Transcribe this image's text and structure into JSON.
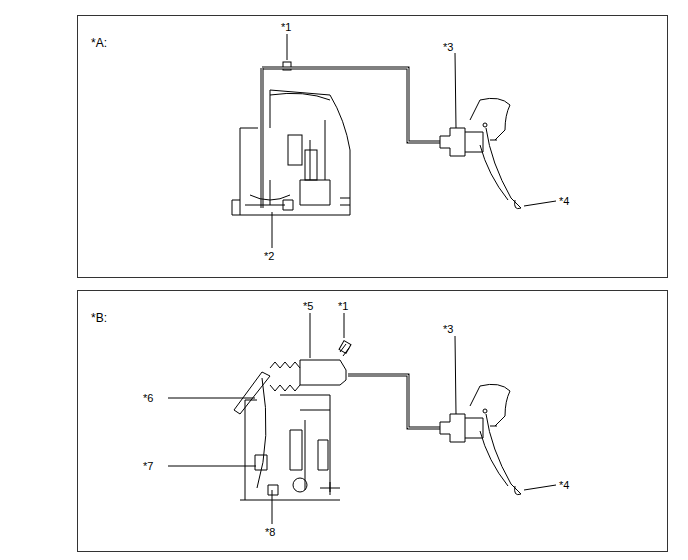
{
  "diagram": {
    "nodes": [
      {
        "text": [
          "*A:"
        ]
      },
      {
        "text": [
          "*B:"
        ]
      }
    ],
    "labels": [
      "*1",
      "*3",
      "*4",
      "*2",
      "*5",
      "*1",
      "*3",
      "*6",
      "*4",
      "*7",
      "*8"
    ]
  }
}
